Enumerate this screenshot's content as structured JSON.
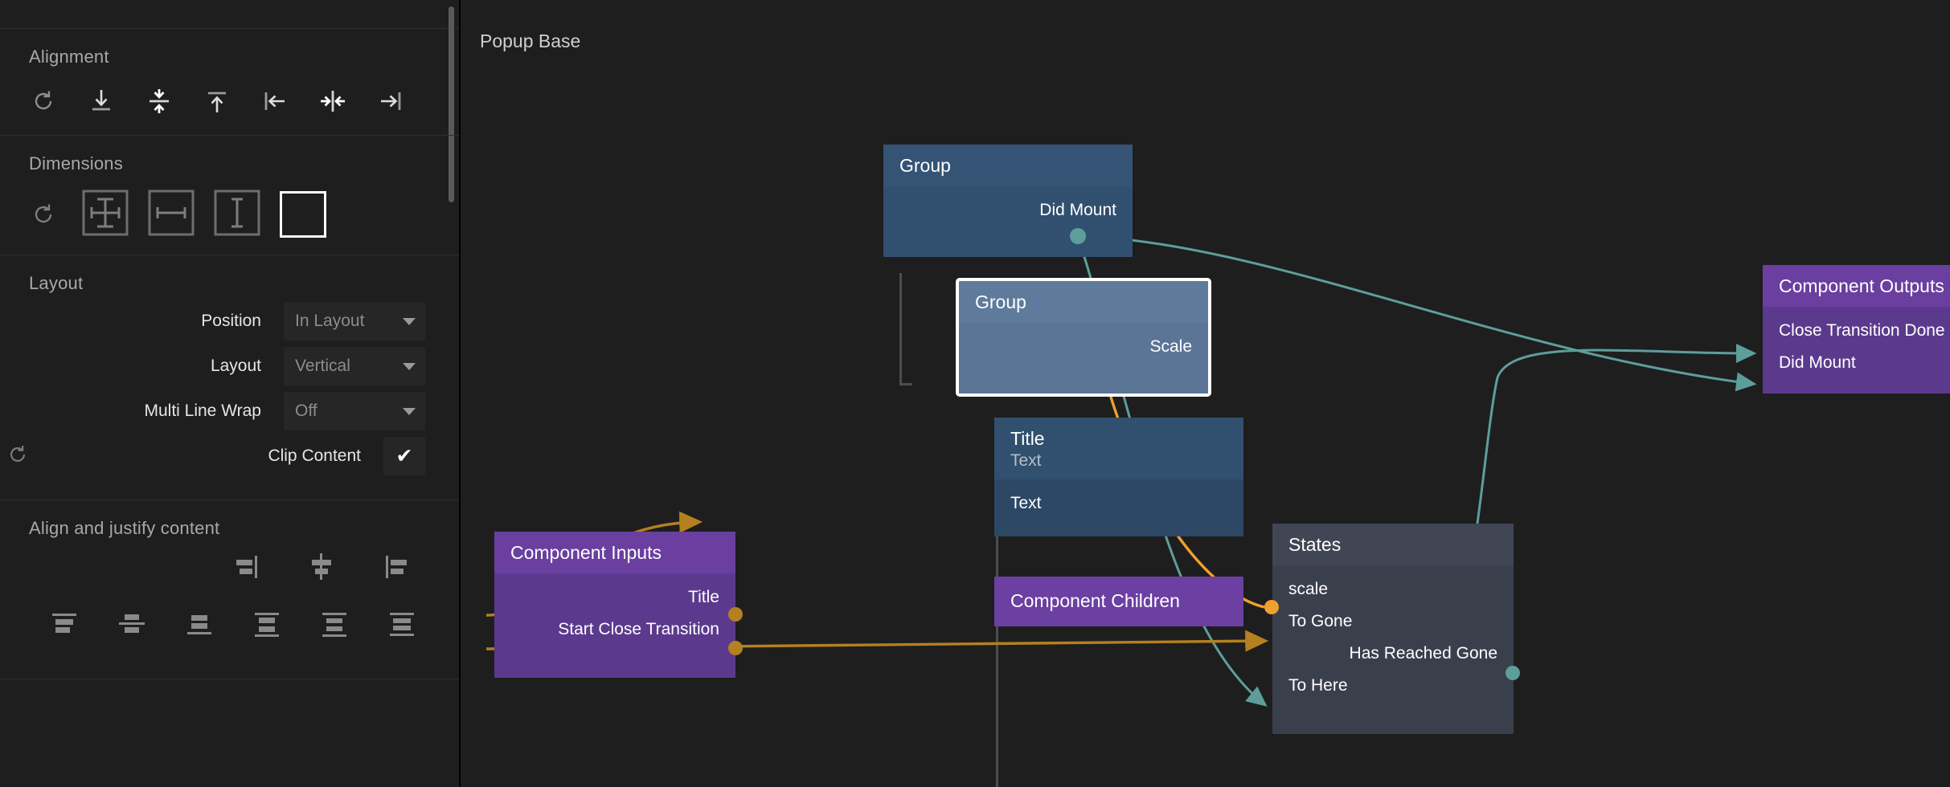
{
  "inspector": {
    "sections": [
      {
        "id": "alignment",
        "title": "Alignment",
        "buttons": [
          {
            "name": "reset-alignment",
            "icon": "reset-icon"
          },
          {
            "name": "align-bottom",
            "icon": "align-bottom-icon"
          },
          {
            "name": "align-vertical-center",
            "icon": "align-vertical-center-icon"
          },
          {
            "name": "align-top",
            "icon": "align-top-icon"
          },
          {
            "name": "align-left",
            "icon": "align-left-icon"
          },
          {
            "name": "align-horizontal-center",
            "icon": "align-horizontal-center-icon"
          },
          {
            "name": "align-right",
            "icon": "align-right-icon"
          }
        ]
      },
      {
        "id": "dimensions",
        "title": "Dimensions",
        "buttons": [
          {
            "name": "reset-dimensions",
            "icon": "reset-icon"
          },
          {
            "name": "size-both",
            "icon": "size-both-icon"
          },
          {
            "name": "size-width",
            "icon": "size-width-icon"
          },
          {
            "name": "size-height",
            "icon": "size-height-icon"
          },
          {
            "name": "size-fixed",
            "icon": "size-fixed-icon",
            "selected": true
          }
        ]
      }
    ],
    "layout": {
      "title": "Layout",
      "rows": [
        {
          "label": "Position",
          "value": "In Layout",
          "type": "select",
          "reset": false
        },
        {
          "label": "Layout",
          "value": "Vertical",
          "type": "select",
          "reset": false
        },
        {
          "label": "Multi Line Wrap",
          "value": "Off",
          "type": "select",
          "reset": false
        },
        {
          "label": "Clip Content",
          "value": "✔",
          "type": "checkbox",
          "reset": true
        }
      ]
    },
    "align_justify": {
      "title": "Align and justify content",
      "row1": [
        {
          "name": "justify-start",
          "icon": "justify-start-icon"
        },
        {
          "name": "justify-center",
          "icon": "justify-center-icon"
        },
        {
          "name": "justify-end",
          "icon": "justify-end-icon"
        }
      ],
      "row2": [
        {
          "name": "align-content-start",
          "icon": "align-content-start-icon"
        },
        {
          "name": "align-content-center",
          "icon": "align-content-center-icon"
        },
        {
          "name": "align-content-end",
          "icon": "align-content-end-icon"
        },
        {
          "name": "align-content-space-between",
          "icon": "align-content-space-between-icon"
        },
        {
          "name": "align-content-space-around",
          "icon": "align-content-space-around-icon"
        },
        {
          "name": "align-content-stretch",
          "icon": "align-content-stretch-icon"
        }
      ]
    }
  },
  "canvas": {
    "title": "Popup Base",
    "nodes": {
      "group_root": {
        "header": "Group",
        "ports": [
          {
            "label": "Did Mount",
            "side": "right",
            "dot": "teal"
          }
        ]
      },
      "group_selected": {
        "header": "Group",
        "ports": [
          {
            "label": "Scale",
            "side": "right",
            "dot": "orange-arrow-in"
          }
        ]
      },
      "title_text": {
        "header": "Title",
        "subheader": "Text",
        "ports": [
          {
            "label": "Text",
            "side": "left",
            "dot": "orange-arrow-in"
          }
        ]
      },
      "component_children": {
        "header": "Component Children"
      },
      "component_inputs": {
        "header": "Component Inputs",
        "ports": [
          {
            "label": "Title",
            "side": "right",
            "dot": "orange"
          },
          {
            "label": "Start Close Transition",
            "side": "right",
            "dot": "orange"
          }
        ]
      },
      "states": {
        "header": "States",
        "ports": [
          {
            "label": "scale",
            "side": "left",
            "dot": "orange"
          },
          {
            "label": "To Gone",
            "side": "left",
            "dot": "orange-arrow-in"
          },
          {
            "label": "Has Reached Gone",
            "side": "right",
            "dot": "teal"
          },
          {
            "label": "To Here",
            "side": "left",
            "dot": "teal-arrow-in"
          }
        ]
      },
      "component_outputs": {
        "header": "Component Outputs",
        "ports": [
          {
            "label": "Close Transition Done",
            "side": "left",
            "dot": "teal-arrow-in"
          },
          {
            "label": "Did Mount",
            "side": "left",
            "dot": "teal-arrow-in"
          }
        ]
      }
    }
  },
  "colors": {
    "teal_edge": "#5d9e9b",
    "orange_edge": "#f0a030",
    "orange_dim_edge": "#b5801f",
    "purple_node": "#6c3fa3",
    "blue_node": "#31506f",
    "blue_node_selected": "#5a7596",
    "states_node": "#3a3f4c",
    "canvas_bg": "#1e1e1e",
    "panel_bg": "#1e1e1e"
  }
}
